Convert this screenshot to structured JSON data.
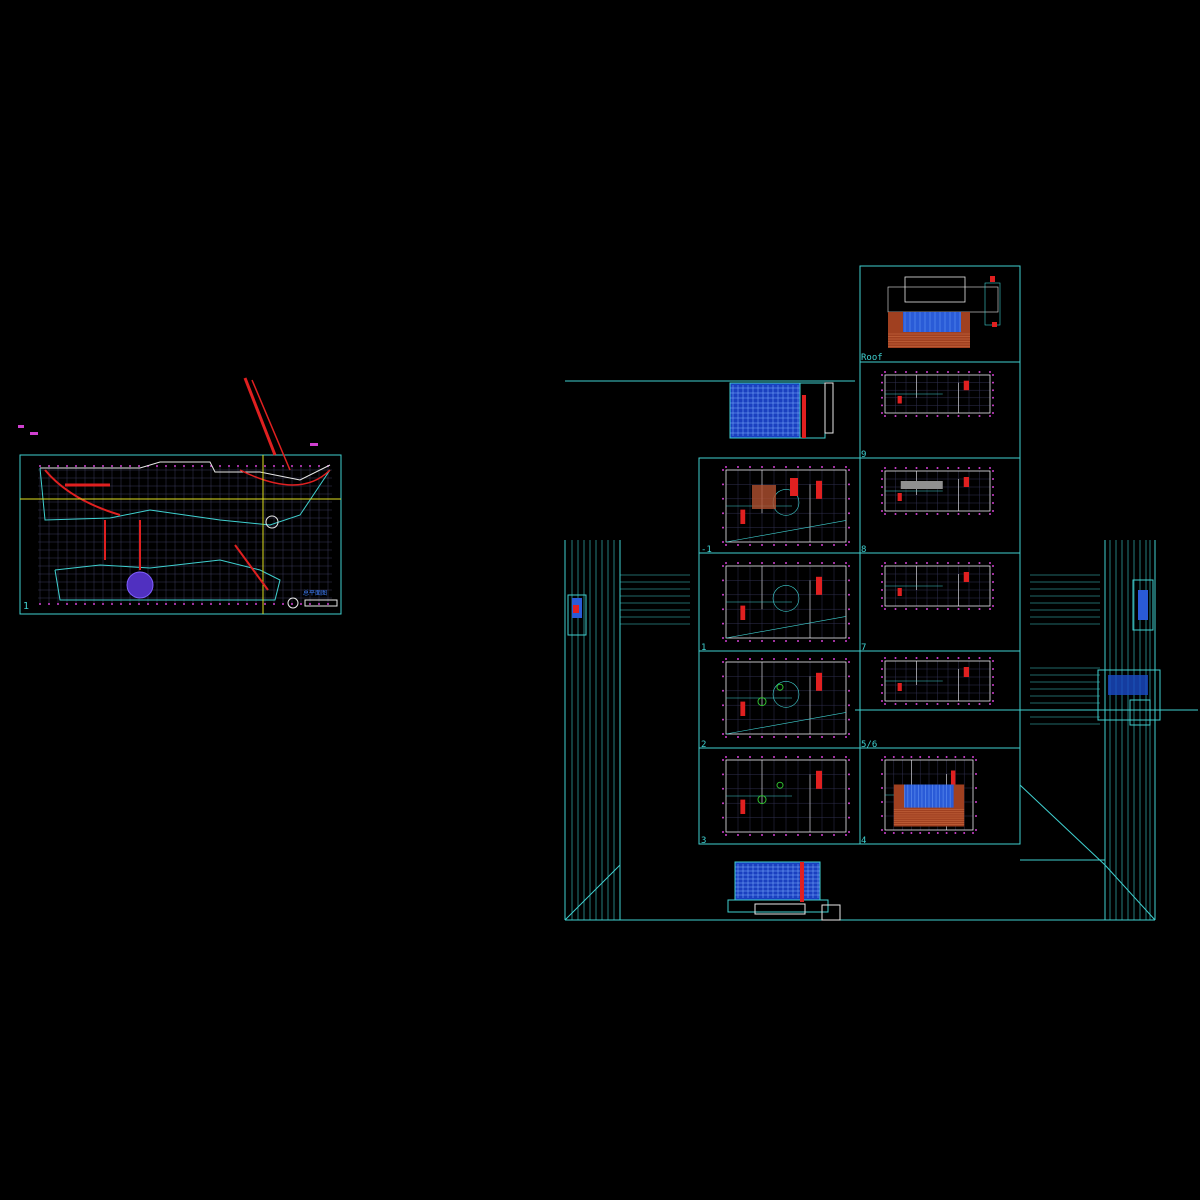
{
  "drawing": {
    "site_plan": {
      "sheet_label": "1",
      "title_text": "总平面图"
    },
    "floor_plans": {
      "roof": "Roof",
      "f9": "9",
      "f8": "8",
      "b1": "-1",
      "f7": "7",
      "f1": "1",
      "f5_6": "5/6",
      "f2": "2",
      "f3": "3",
      "f4": "4"
    }
  },
  "colors": {
    "background": "#000000",
    "frame": "#3fd0d0",
    "grid": "#d040d0",
    "wall": "#e8e8e8",
    "accent_red": "#e02020",
    "facade_blue": "#2a5bd7",
    "yellow": "#e0e020",
    "brick": "#a04020",
    "green": "#30c030"
  }
}
